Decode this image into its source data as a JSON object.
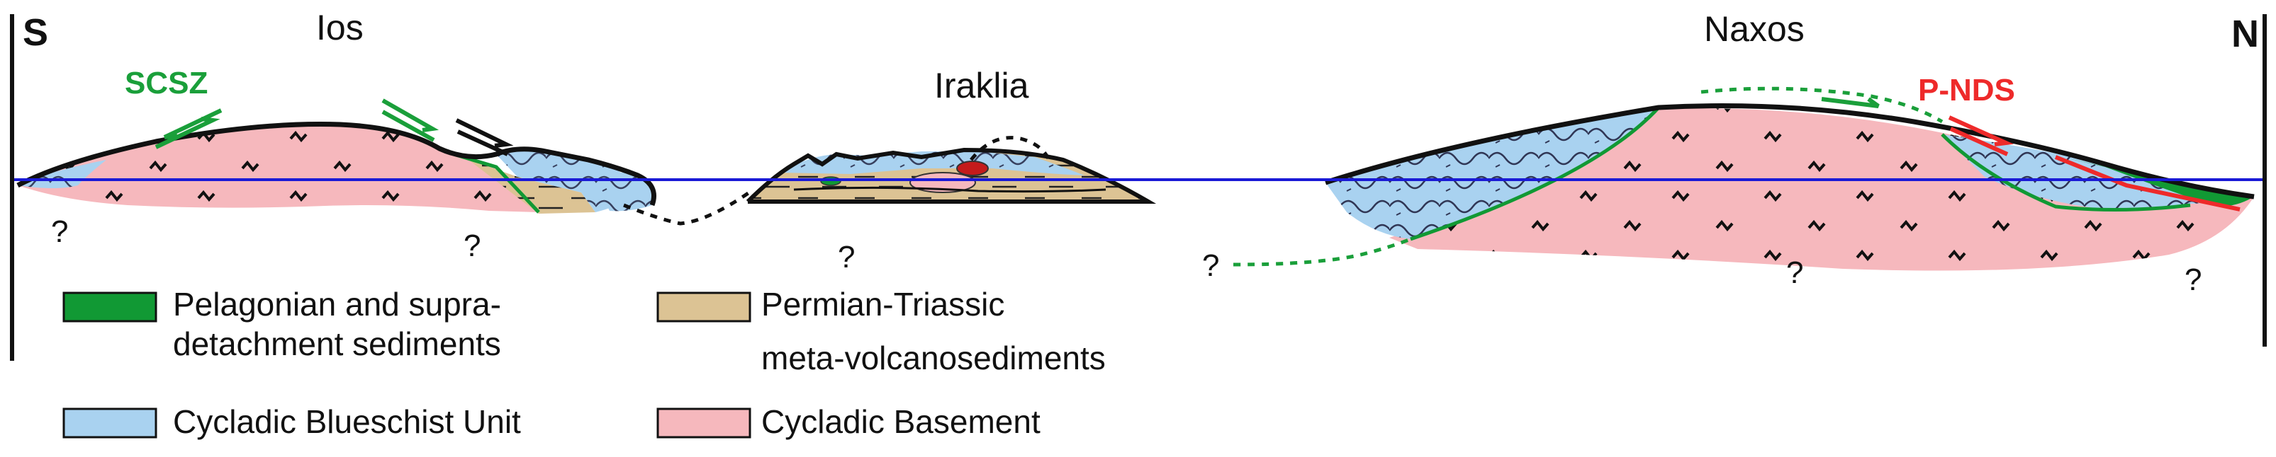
{
  "directions": {
    "south": "S",
    "north": "N"
  },
  "places": {
    "ios": "Ios",
    "iraklia": "Iraklia",
    "naxos": "Naxos"
  },
  "shear_zones": {
    "scsz": "SCSZ",
    "pnds": "P-NDS"
  },
  "unknown_mark": "?",
  "colors": {
    "supra_detachment": "#119934",
    "permo_triassic": "#dcc394",
    "blueschist": "#a9d2f0",
    "basement": "#f6b8bd",
    "sea_level": "#1a1ad6",
    "scsz": "#1a9f3a",
    "pnds": "#ee2a2a"
  },
  "legend": [
    {
      "key": "supra_detachment",
      "lines": [
        "Pelagonian and supra-",
        "detachment sediments"
      ]
    },
    {
      "key": "permo_triassic",
      "lines": [
        "Permian-Triassic",
        "meta-volcanosediments"
      ]
    },
    {
      "key": "blueschist",
      "lines": [
        "Cycladic Blueschist Unit"
      ]
    },
    {
      "key": "basement",
      "lines": [
        "Cycladic Basement"
      ]
    }
  ]
}
